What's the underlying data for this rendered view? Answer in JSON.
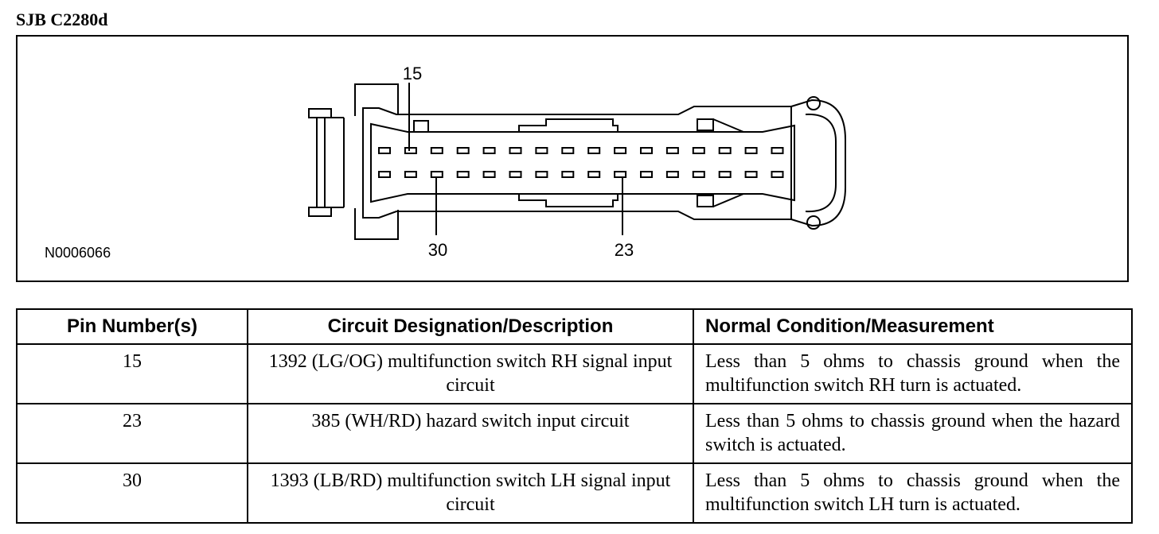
{
  "title": "SJB C2280d",
  "diagram": {
    "figure_id": "N0006066",
    "pin_callouts": [
      "15",
      "30",
      "23"
    ]
  },
  "table": {
    "headers": [
      "Pin Number(s)",
      "Circuit Designation/Description",
      "Normal Condition/Measurement"
    ],
    "rows": [
      {
        "pin": "15",
        "description": "1392 (LG/OG) multifunction switch RH signal input circuit",
        "condition": "Less than 5 ohms to chassis ground when the multifunction switch RH turn is actuated."
      },
      {
        "pin": "23",
        "description": "385 (WH/RD) hazard switch input circuit",
        "condition": "Less than 5 ohms to chassis ground when the hazard switch is actuated."
      },
      {
        "pin": "30",
        "description": "1393 (LB/RD) multifunction switch LH signal input circuit",
        "condition": "Less than 5 ohms to chassis ground when the multifunction switch LH turn is actuated."
      }
    ]
  }
}
